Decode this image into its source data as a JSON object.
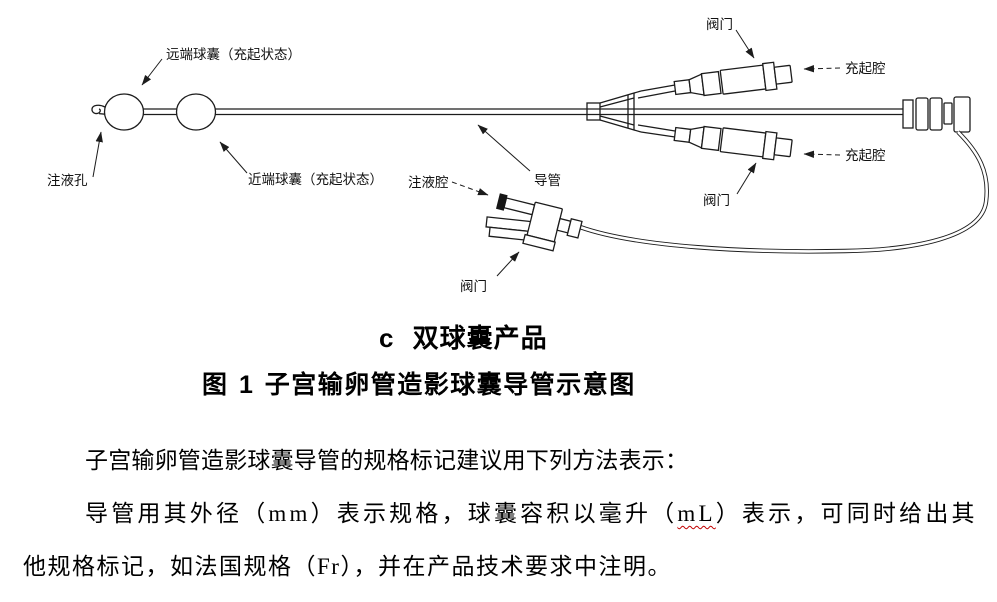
{
  "diagram": {
    "labels": {
      "distal_balloon": "远端球囊（充起状态）",
      "injection_hole": "注液孔",
      "proximal_balloon": "近端球囊（充起状态）",
      "injection_lumen": "注液腔",
      "catheter": "导管",
      "valve_upper": "阀门",
      "inflation_lumen_upper": "充起腔",
      "inflation_lumen_lower": "充起腔",
      "valve_lower": "阀门",
      "valve_injection_port": "阀门"
    }
  },
  "captions": {
    "sub": "c 双球囊产品",
    "figure": "图 1 子宫输卵管造影球囊导管示意图"
  },
  "paragraphs": {
    "line1": "子宫输卵管造影球囊导管的规格标记建议用下列方法表示：",
    "line2_pre": "导管用其外径（mm）表示规格，球囊容积以毫升（",
    "line2_ml": "mL",
    "line2_post": "）表示，可同时给出其",
    "line3": "他规格标记，如法国规格（Fr），并在产品技术要求中注明。"
  },
  "colors": {
    "ink": "#1c1c1c",
    "text": "#000000",
    "background": "#ffffff",
    "spellcheck_underline": "#c00000"
  }
}
